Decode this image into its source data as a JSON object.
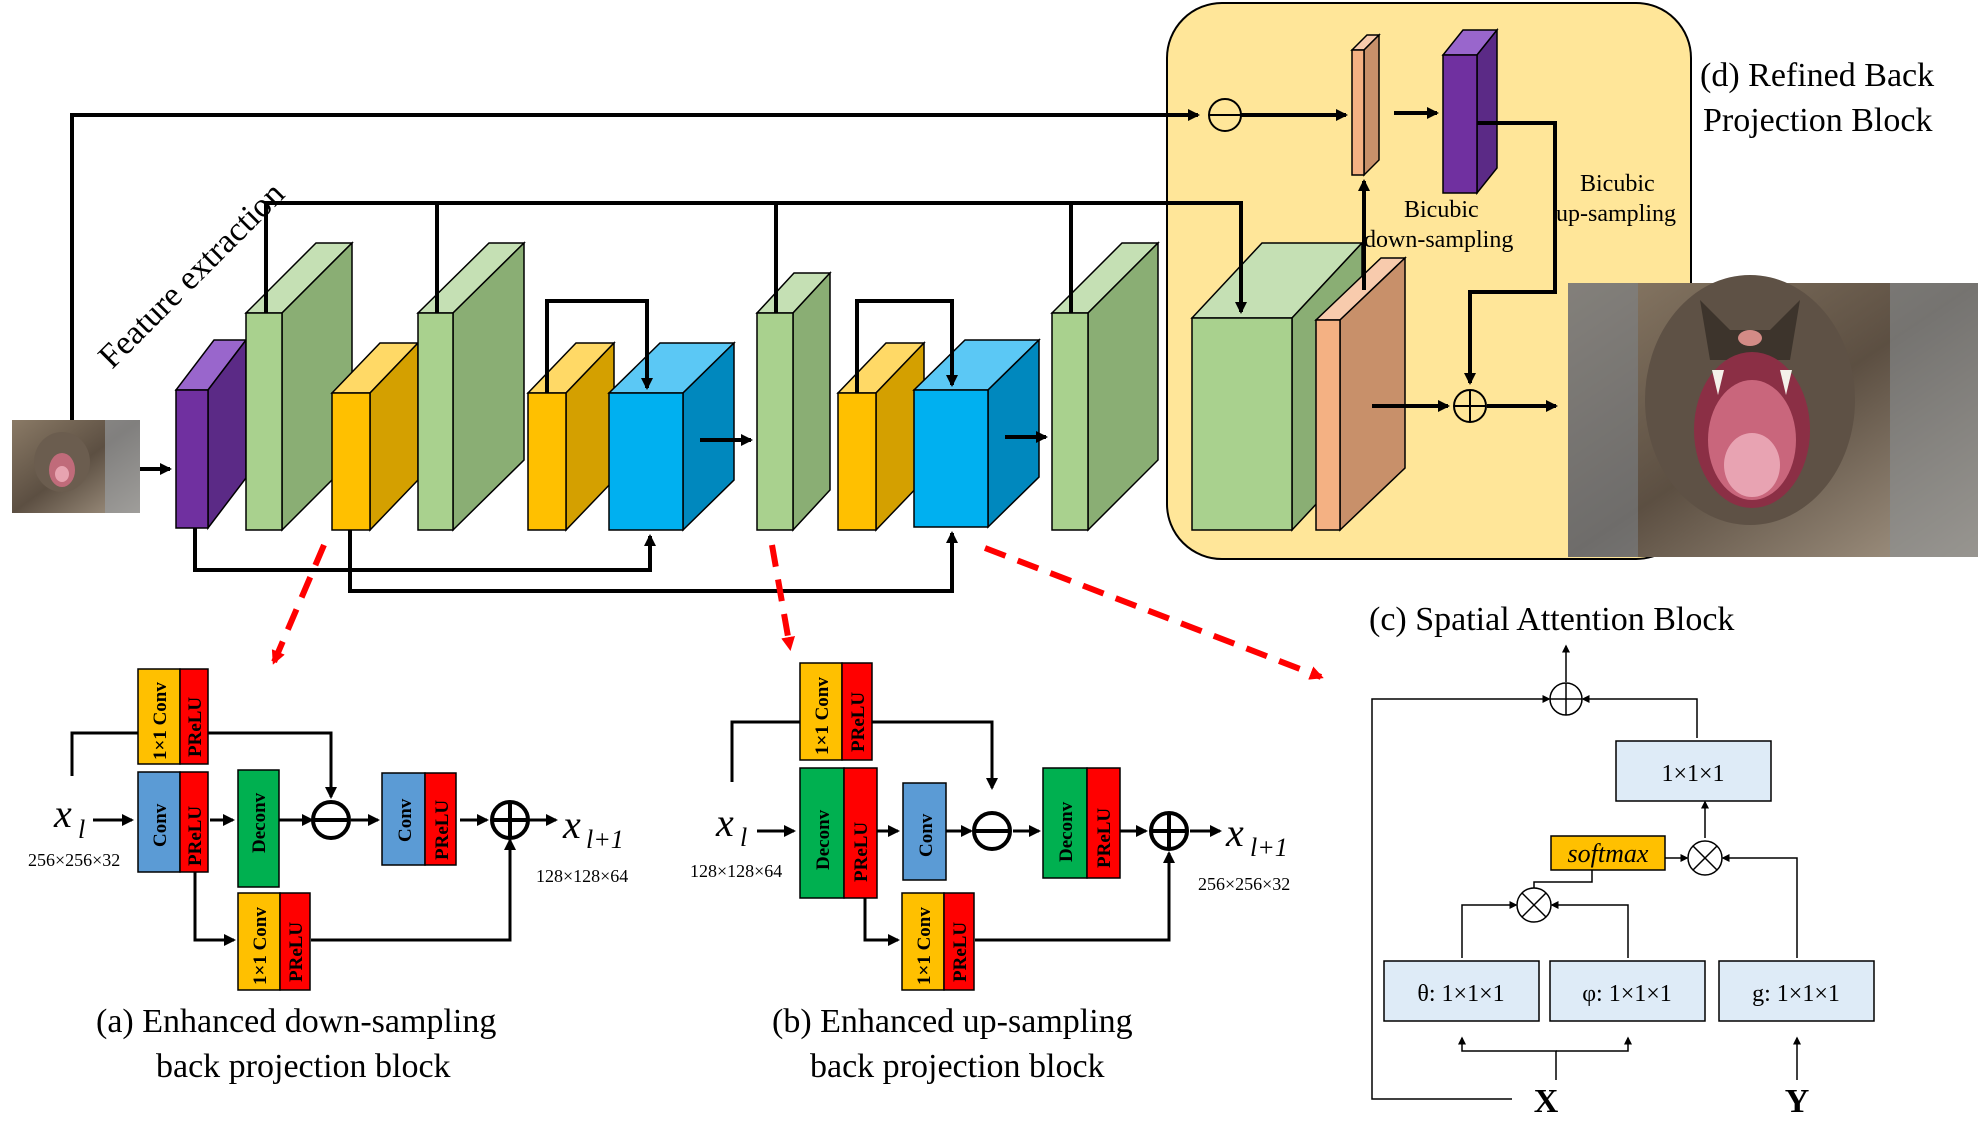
{
  "labels": {
    "feature_extraction": "Feature extraction",
    "refined_title_1": "(d) Refined Back",
    "refined_title_2": "Projection Block",
    "bicubic_down_1": "Bicubic",
    "bicubic_down_2": "down-sampling",
    "bicubic_up_1": "Bicubic",
    "bicubic_up_2": "up-sampling",
    "spatial_title": "(c) Spatial Attention Block",
    "cap_a_1": "(a) Enhanced down-sampling",
    "cap_a_2": "back projection block",
    "cap_b_1": "(b) Enhanced up-sampling",
    "cap_b_2": "back projection block"
  },
  "block_a": {
    "input_var": "x",
    "input_sub": "l",
    "output_var": "x",
    "output_sub": "l+1",
    "input_dims": "256×256×32",
    "output_dims": "128×128×64",
    "conv1x1": "1×1 Conv",
    "prelu": "PReLU",
    "conv": "Conv",
    "deconv": "Deconv"
  },
  "block_b": {
    "input_var": "x",
    "input_sub": "l",
    "output_var": "x",
    "output_sub": "l+1",
    "input_dims": "128×128×64",
    "output_dims": "256×256×32",
    "conv1x1": "1×1 Conv",
    "prelu": "PReLU",
    "conv": "Conv",
    "deconv": "Deconv"
  },
  "block_c": {
    "top": "1×1×1",
    "softmax": "softmax",
    "theta": "θ: 1×1×1",
    "phi": "φ: 1×1×1",
    "g": "g: 1×1×1",
    "x": "X",
    "y": "Y"
  },
  "colors": {
    "purple": "#7030A0",
    "green": "#A9D18E",
    "orange": "#FFC000",
    "blue": "#00B0F0",
    "salmon": "#F4B183",
    "yellow_bg": "#FFE699",
    "red_dash": "#FF0000",
    "conv_blue": "#5B9BD5",
    "prelu_red": "#FF0000",
    "deconv_green": "#00B050",
    "attn_box": "#DEEBF7"
  }
}
